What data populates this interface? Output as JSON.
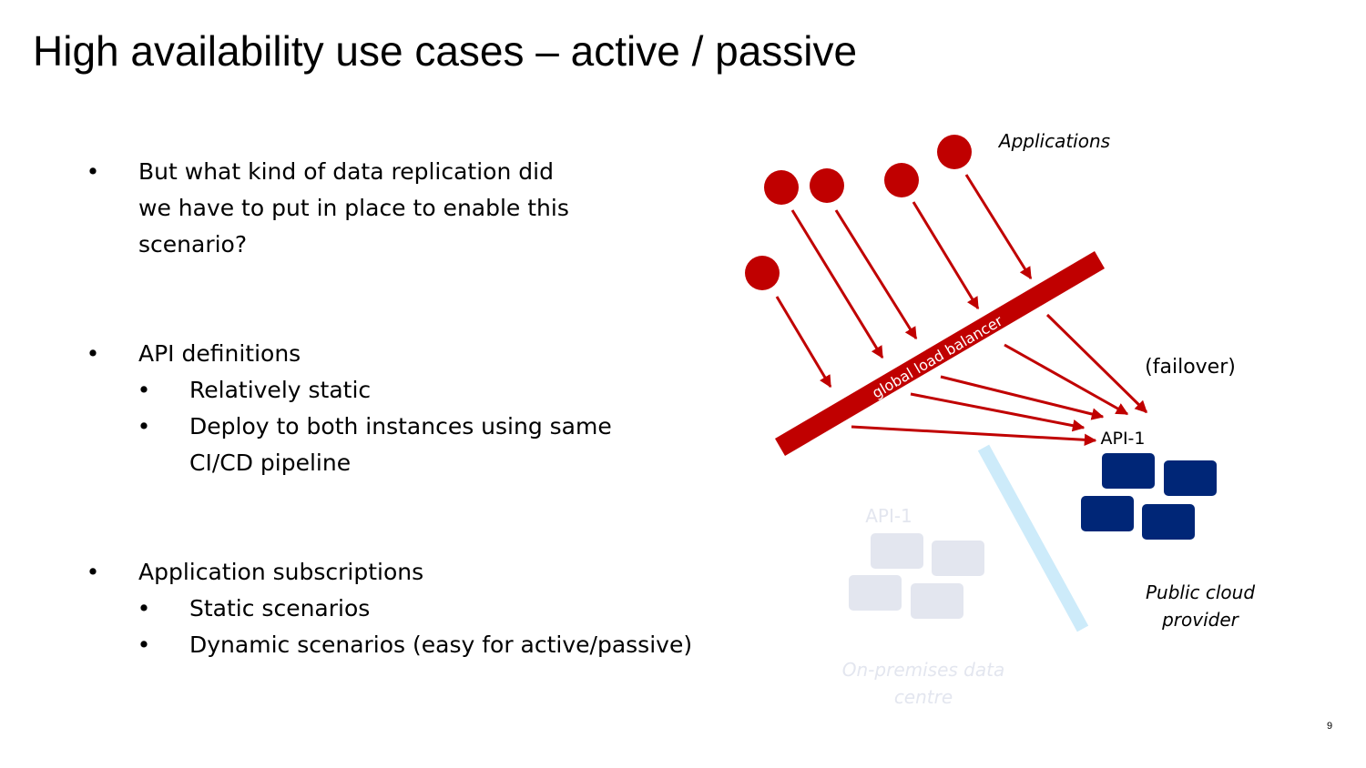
{
  "slide": {
    "title": "High availability use cases – active / passive",
    "page_number": "9"
  },
  "bullets": [
    {
      "text": "But what kind of data replication did",
      "level": 1
    },
    {
      "text": "we have to put in place to enable this",
      "level": 1,
      "continuation": true
    },
    {
      "text": "scenario?",
      "level": 1,
      "continuation": true
    },
    {
      "text": "API definitions",
      "level": 1
    },
    {
      "text": "Relatively static",
      "level": 2
    },
    {
      "text": "Deploy to both instances using same",
      "level": 2
    },
    {
      "text": "CI/CD pipeline",
      "level": 2,
      "continuation": true
    },
    {
      "text": "Application subscriptions",
      "level": 1
    },
    {
      "text": "Static scenarios",
      "level": 2
    },
    {
      "text": "Dynamic scenarios (easy for active/passive)",
      "level": 2
    }
  ],
  "bullet_symbol": "•",
  "diagram": {
    "applications_label": "Applications",
    "load_balancer_label": "global load balancer",
    "failover_label": "(failover)",
    "active_api_label": "API-1",
    "active_site_label_line1": "Public cloud",
    "active_site_label_line2": "provider",
    "passive_api_label": "API-1",
    "passive_site_label_line1": "On-premises data",
    "passive_site_label_line2": "centre"
  },
  "colors": {
    "accent_red": "#C00000",
    "arrow_red": "#C00000",
    "active_block_blue": "#002677",
    "passive_block_gray": "#E3E6EF",
    "passive_text_gray": "#E3E6EF",
    "divider_blue": "#CDEBFA"
  }
}
